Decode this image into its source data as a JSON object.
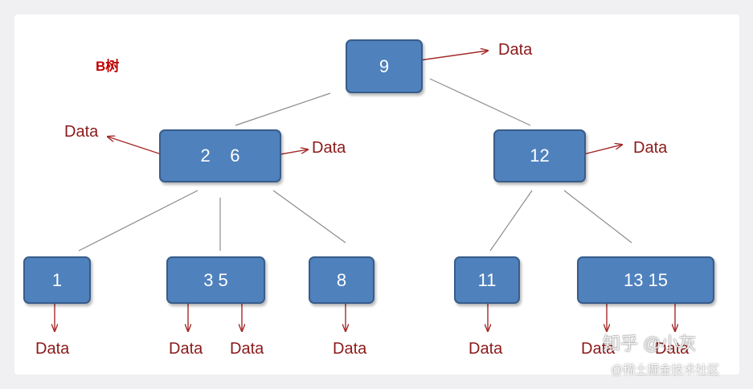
{
  "diagram": {
    "title": "B树",
    "data_label": "Data",
    "colors": {
      "node_fill": "#4f81bd",
      "node_border": "#385d8a",
      "node_text": "#ffffff",
      "pointer_arrow": "#a52a2a",
      "edge_line": "#8c8c8c",
      "title": "#c00000",
      "data_text": "#8b1a1a"
    },
    "nodes": [
      {
        "id": "n9",
        "label": "9"
      },
      {
        "id": "n26",
        "label": "2    6"
      },
      {
        "id": "n12",
        "label": "12"
      },
      {
        "id": "n1",
        "label": "1"
      },
      {
        "id": "n35",
        "label": "3 5"
      },
      {
        "id": "n8",
        "label": "8"
      },
      {
        "id": "n11",
        "label": "11"
      },
      {
        "id": "n1315",
        "label": "13 15"
      }
    ],
    "edges": [
      {
        "from": "9",
        "to": "2 6"
      },
      {
        "from": "9",
        "to": "12"
      },
      {
        "from": "2 6",
        "to": "1"
      },
      {
        "from": "2 6",
        "to": "3 5"
      },
      {
        "from": "2 6",
        "to": "8"
      },
      {
        "from": "12",
        "to": "11"
      },
      {
        "from": "12",
        "to": "13 15"
      }
    ]
  },
  "watermark": {
    "main": "知乎 @小灰",
    "sub": "@稀土掘金技术社区"
  }
}
